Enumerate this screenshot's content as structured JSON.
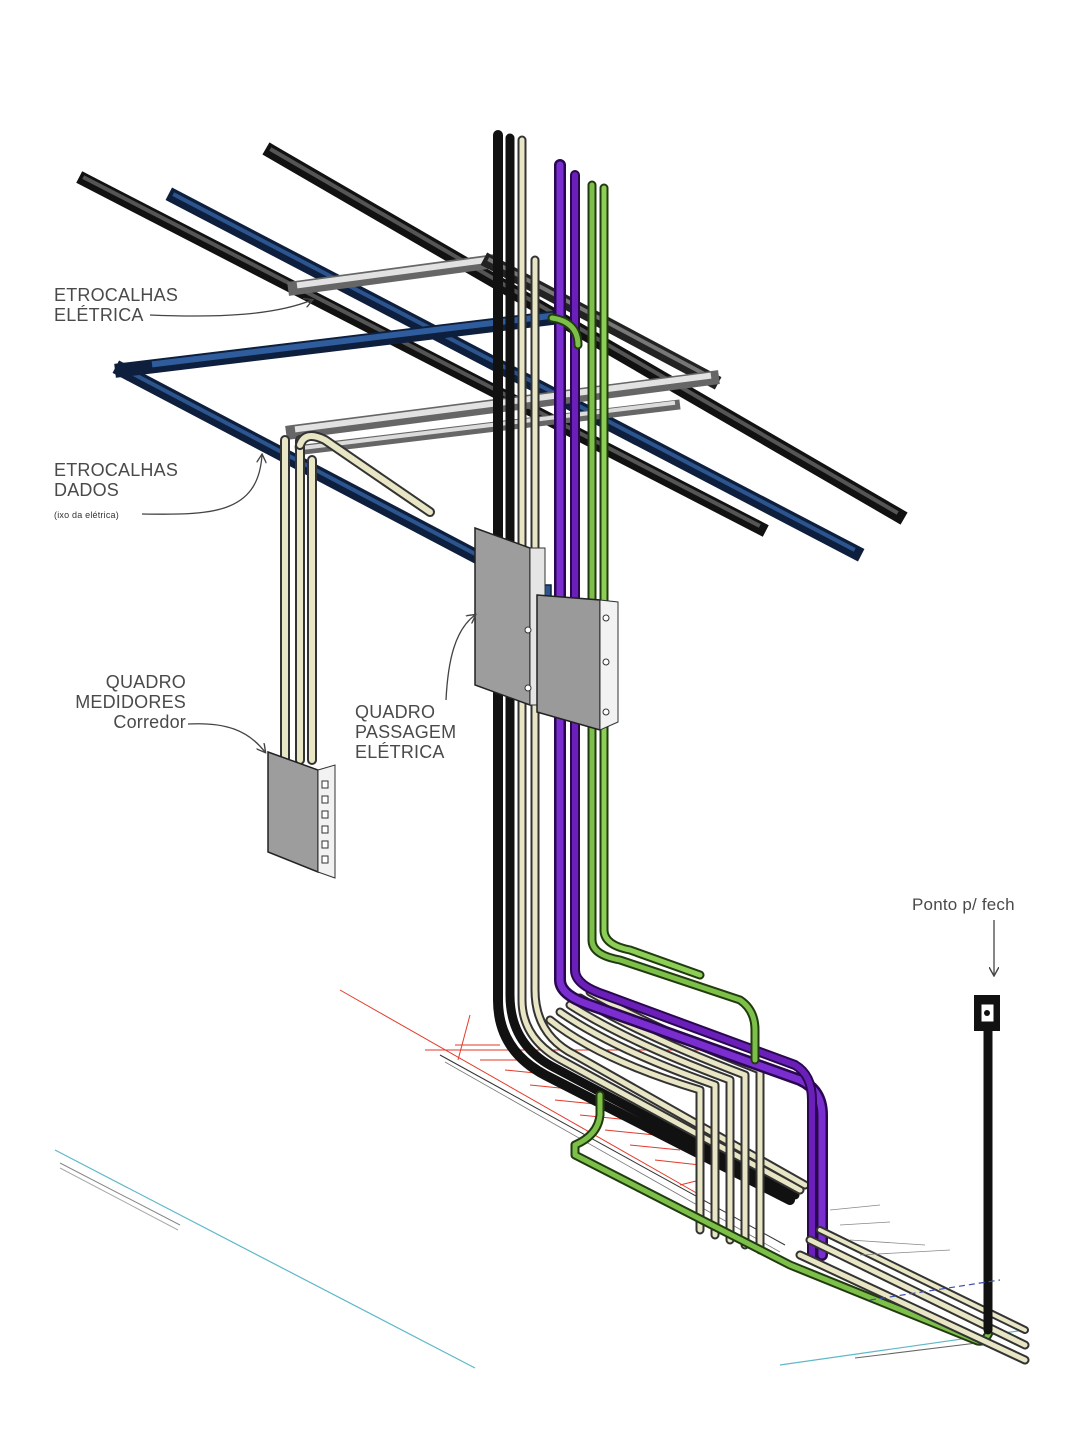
{
  "labels": {
    "etrocalhas_eletrica": {
      "line1": "ETROCALHAS",
      "line2": "ELÉTRICA"
    },
    "etrocalhas_dados": {
      "line1": "ETROCALHAS",
      "line2": "DADOS",
      "note": "(ixo da elétrica)"
    },
    "quadro_medidores": {
      "line1": "QUADRO",
      "line2": "MEDIDORES",
      "line3": "Corredor"
    },
    "quadro_passagem": {
      "line1": "QUADRO",
      "line2": "PASSAGEM",
      "line3": "ELÉTRICA"
    },
    "ponto_fech": {
      "text": "Ponto p/ fech"
    }
  },
  "colors": {
    "electrical_tray": "#2b2b2b",
    "data_tray": "#1f3f73",
    "cross_tray": "#d9d9d9",
    "conduit_black": "#1a1a1a",
    "conduit_beige": "#e8e6c4",
    "conduit_purple": "#6a1fb8",
    "conduit_green": "#7cc04a",
    "panel_gray": "#9a9a9a",
    "annotation_line": "#555555",
    "floor_red": "#e23a2a",
    "floor_cyan": "#5fb8c8"
  }
}
